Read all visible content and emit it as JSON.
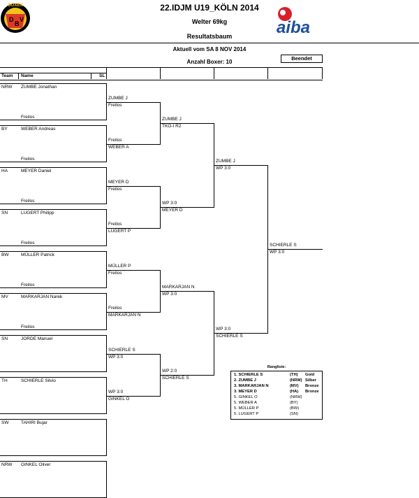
{
  "header": {
    "title": "22.IDJM U19_KÖLN 2014",
    "weight_class": "Welter 69kg",
    "subtitle": "Resultatsbaum",
    "date_line": "Aktuell vom SA 8 NOV 2014",
    "boxer_count": "Anzahl Boxer: 10",
    "status": "Beendet"
  },
  "logos": {
    "left_text_top": "BOXEN",
    "left_letters": [
      "D",
      "B",
      "V"
    ],
    "right_text": "aiba",
    "accent_red": "#d8202a",
    "accent_blue": "#1d4f9c",
    "seal_yellow": "#f2c21b"
  },
  "columns": {
    "team": "Team",
    "name": "Name",
    "sl": "SL"
  },
  "entries": [
    {
      "team": "NRW",
      "name": "ZUMBE Jonathan",
      "bye": "Freilos"
    },
    {
      "team": "BY",
      "name": "WEBER Andreas",
      "bye": "Freilos"
    },
    {
      "team": "HA",
      "name": "MEYER Daniel",
      "bye": "Freilos"
    },
    {
      "team": "SN",
      "name": "LUGERT Philipp",
      "bye": "Freilos"
    },
    {
      "team": "BW",
      "name": "MÜLLER Patrick",
      "bye": "Freilos"
    },
    {
      "team": "MV",
      "name": "MARKARJAN Narek",
      "bye": "Freilos"
    },
    {
      "team": "SN",
      "name": "JORDE Manuel",
      "bye": ""
    },
    {
      "team": "TH",
      "name": "SCHIERLE Silvio",
      "bye": ""
    },
    {
      "team": "SW",
      "name": "TAHIRI Bujar",
      "bye": ""
    },
    {
      "team": "NRW",
      "name": "GINKEL Oliver",
      "bye": ""
    }
  ],
  "round1": [
    {
      "top": "ZUMBE J",
      "bottom": "Freilos"
    },
    {
      "top": "Freilos",
      "bottom": "WEBER A"
    },
    {
      "top": "MEYER D",
      "bottom": "Freilos"
    },
    {
      "top": "Freilos",
      "bottom": "LUGERT P"
    },
    {
      "top": "MÜLLER P",
      "bottom": "Freilos"
    },
    {
      "top": "Freilos",
      "bottom": "MARKARJAN N"
    },
    {
      "top": "SCHIERLE S",
      "bottom": "WP 3:0"
    },
    {
      "top": "WP 3:0",
      "bottom": "GINKEL O"
    }
  ],
  "round2": [
    {
      "top": "ZUMBE J",
      "bottom": "TKO-I R2"
    },
    {
      "top": "WP 3:0",
      "bottom": "MEYER D"
    },
    {
      "top": "MARKARJAN N",
      "bottom": "WP 3:0"
    },
    {
      "top": "WP 2:0",
      "bottom": "SCHIERLE S"
    }
  ],
  "round3": [
    {
      "top": "ZUMBE J",
      "bottom": "WP 3:0"
    },
    {
      "top": "WP 3:0",
      "bottom": "SCHIERLE S"
    }
  ],
  "final": {
    "top": "SCHIERLE S",
    "bottom": "WP 3:0"
  },
  "ranking": {
    "title": "Rangliste:",
    "rows": [
      {
        "name": "1. SCHIERLE S",
        "team": "(TH)",
        "medal": "Gold",
        "bold": true
      },
      {
        "name": "2. ZUMBE J",
        "team": "(NRW)",
        "medal": "Silber",
        "bold": true
      },
      {
        "name": "3. MARKARJAN N",
        "team": "(MV)",
        "medal": "Bronze",
        "bold": true
      },
      {
        "name": "3. MEYER D",
        "team": "(HA)",
        "medal": "Bronze",
        "bold": true
      },
      {
        "name": "5. GINKEL O",
        "team": "(NRW)",
        "medal": "",
        "bold": false
      },
      {
        "name": "5. WEBER A",
        "team": "(BY)",
        "medal": "",
        "bold": false
      },
      {
        "name": "5. MÜLLER P",
        "team": "(BW)",
        "medal": "",
        "bold": false
      },
      {
        "name": "5. LUGERT P",
        "team": "(SN)",
        "medal": "",
        "bold": false
      }
    ]
  }
}
